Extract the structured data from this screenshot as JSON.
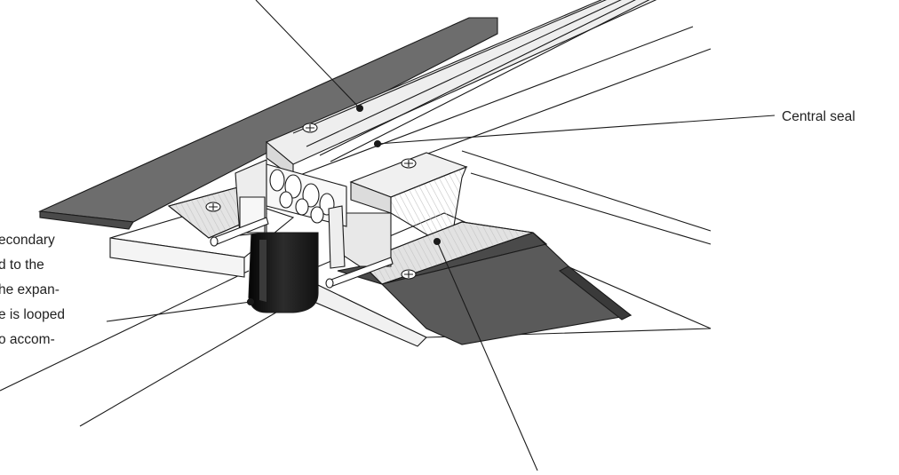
{
  "figure": {
    "colors": {
      "ink": "#1a1a1a",
      "membrane": "#6d6d6d",
      "membrane_dark": "#4a4a4a",
      "loop": "#1b1b1b",
      "aluminium": "#e6e6e6",
      "aluminium_shade": "#cfcfcf",
      "background": "#ffffff"
    },
    "callouts": {
      "central_seal": "Central seal",
      "secondary_membrane": [
        "econdary",
        "d to the",
        "he expan-",
        "e is looped",
        "o accom-"
      ]
    }
  }
}
